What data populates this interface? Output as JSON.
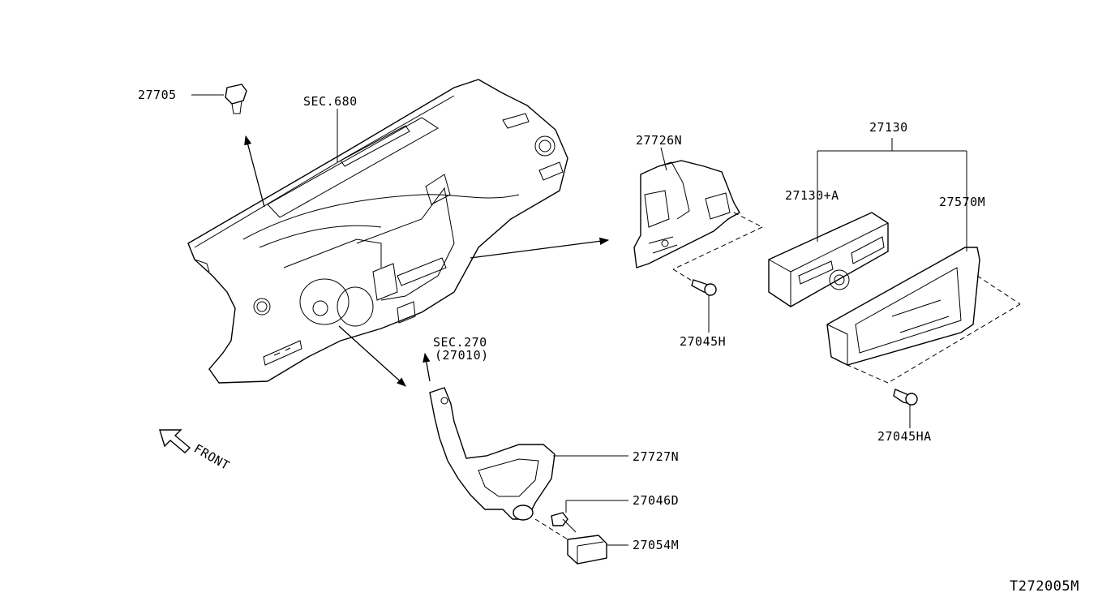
{
  "diagram": {
    "labels": {
      "p27705": "27705",
      "sec680": "SEC.680",
      "p27726N": "27726N",
      "p27130": "27130",
      "p27130A": "27130+A",
      "p27570M": "27570M",
      "p27045H": "27045H",
      "sec270": "SEC.270",
      "sec270sub": "(27010)",
      "p27727N": "27727N",
      "p27046D": "27046D",
      "p27054M": "27054M",
      "p27045HA": "27045HA",
      "front": "FRONT",
      "code": "T272005M"
    }
  }
}
